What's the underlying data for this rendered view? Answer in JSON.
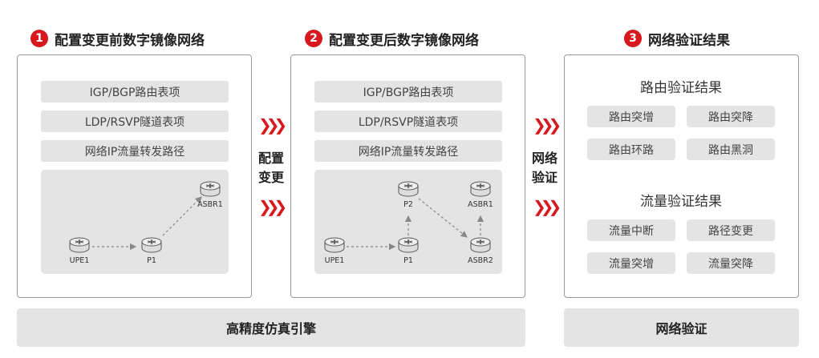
{
  "sections": [
    {
      "num": "1",
      "title": "配置变更前数字镜像网络"
    },
    {
      "num": "2",
      "title": "配置变更后数字镜像网络"
    },
    {
      "num": "3",
      "title": "网络验证结果"
    }
  ],
  "table_bars": [
    "IGP/BGP路由表项",
    "LDP/RSVP隧道表项",
    "网络IP流量转发路径"
  ],
  "topology_before": {
    "nodes": [
      "UPE1",
      "P1",
      "ASBR1"
    ]
  },
  "topology_after": {
    "nodes": [
      "UPE1",
      "P1",
      "P2",
      "ASBR1",
      "ASBR2"
    ]
  },
  "arrow_labels": {
    "config_change": [
      "配置",
      "变更"
    ],
    "network_verify": [
      "网络",
      "验证"
    ]
  },
  "route_results": {
    "title": "路由验证结果",
    "items": [
      "路由突增",
      "路由突降",
      "路由环路",
      "路由黑洞"
    ]
  },
  "traffic_results": {
    "title": "流量验证结果",
    "items": [
      "流量中断",
      "路径变更",
      "流量突增",
      "流量突降"
    ]
  },
  "footer": {
    "engine": "高精度仿真引擎",
    "verify": "网络验证"
  },
  "colors": {
    "accent": "#d7191f",
    "gray_fill": "#e4e4e4",
    "border": "#9a9a9a"
  }
}
